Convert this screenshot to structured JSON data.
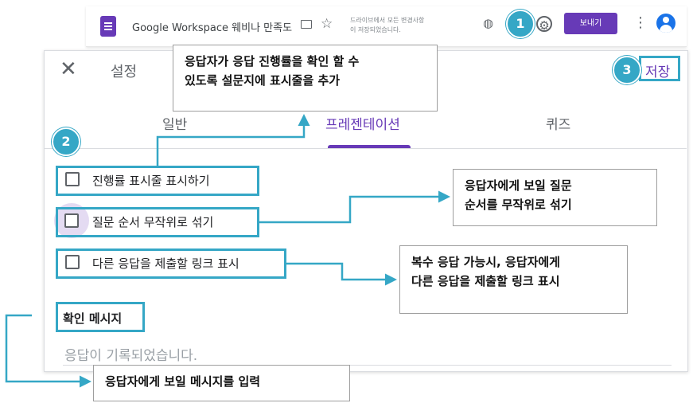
{
  "topbar": {
    "doc_title": "Google Workspace 웨비나 만족도",
    "save_status_line1": "드라이브에서 모든 변경사항",
    "save_status_line2": "이 저장되었습니다.",
    "send_label": "보내기"
  },
  "dialog": {
    "close_glyph": "✕",
    "title": "설정",
    "save_label": "저장",
    "tabs": [
      {
        "label": "일반"
      },
      {
        "label": "프레젠테이션"
      },
      {
        "label": "퀴즈"
      }
    ],
    "options": [
      {
        "label": "진행률 표시줄 표시하기",
        "checked": false
      },
      {
        "label": "질문 순서 무작위로 섞기",
        "checked": false
      },
      {
        "label": "다른 응답을 제출할 링크 표시",
        "checked": false
      }
    ],
    "confirmation_heading": "확인 메시지",
    "confirmation_text": "응답이 기록되었습니다."
  },
  "annotations": {
    "badges": [
      "1",
      "2",
      "3"
    ],
    "callout_progress_line1": "응답자가 응답 진행률을 확인 할 수",
    "callout_progress_line2": "있도록 설문지에 표시줄을 추가",
    "callout_shuffle_line1": "응답자에게 보일 질문",
    "callout_shuffle_line2": "순서를 무작위로 섞기",
    "callout_resubmit_line1": "복수 응답 가능시, 응답자에게",
    "callout_resubmit_line2": "다른 응답을 제출할 링크 표시",
    "callout_message": "응답자에게 보일 메시지를 입력",
    "accent_color": "#35a7c6"
  },
  "colors": {
    "brand": "#673ab7",
    "highlight": "#35a7c6"
  }
}
